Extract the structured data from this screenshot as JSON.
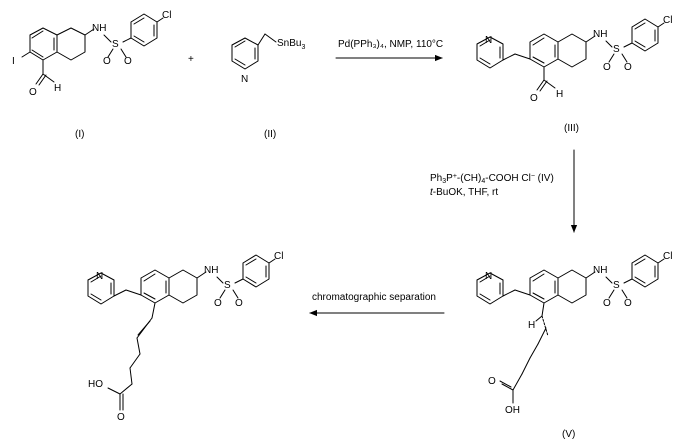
{
  "reaction_scheme": {
    "plus_sign": "+",
    "compounds": {
      "I": {
        "label": "(I)",
        "atoms": {
          "cl": "Cl",
          "i": "I",
          "nh": "NH",
          "s": "S",
          "o1": "O",
          "o2": "O",
          "cho_o": "O",
          "cho_h": "H"
        }
      },
      "II": {
        "label": "(II)",
        "atoms": {
          "n": "N",
          "sn": "SnBu",
          "sn_sub": "3"
        }
      },
      "III": {
        "label": "(III)",
        "atoms": {
          "cl": "Cl",
          "n": "N",
          "nh": "NH",
          "s": "S",
          "o1": "O",
          "o2": "O",
          "cho_o": "O",
          "cho_h": "H"
        }
      },
      "V": {
        "label": "(V)",
        "atoms": {
          "cl": "Cl",
          "n": "N",
          "nh": "NH",
          "s": "S",
          "o1": "O",
          "o2": "O",
          "h": "H",
          "o_acid": "O",
          "oh": "OH"
        }
      },
      "product": {
        "label": "",
        "atoms": {
          "cl": "Cl",
          "n": "N",
          "nh": "NH",
          "s": "S",
          "o1": "O",
          "o2": "O",
          "o_acid": "O",
          "oh": "HO"
        }
      }
    },
    "step1": {
      "conditions": "Pd(PPh₃)₄, NMP,  110°C"
    },
    "step2": {
      "line1_a": "Ph",
      "line1_b": "3",
      "line1_c": "P",
      "line1_d": "+",
      "line1_e": "-(CH)",
      "line1_f": "4",
      "line1_g": "-COOH  Cl",
      "line1_h": "−",
      "line1_i": "  (IV)",
      "line2_a": "t",
      "line2_b": "-BuOK, THF, rt"
    },
    "step3": {
      "conditions": "chromatographic separation"
    }
  }
}
